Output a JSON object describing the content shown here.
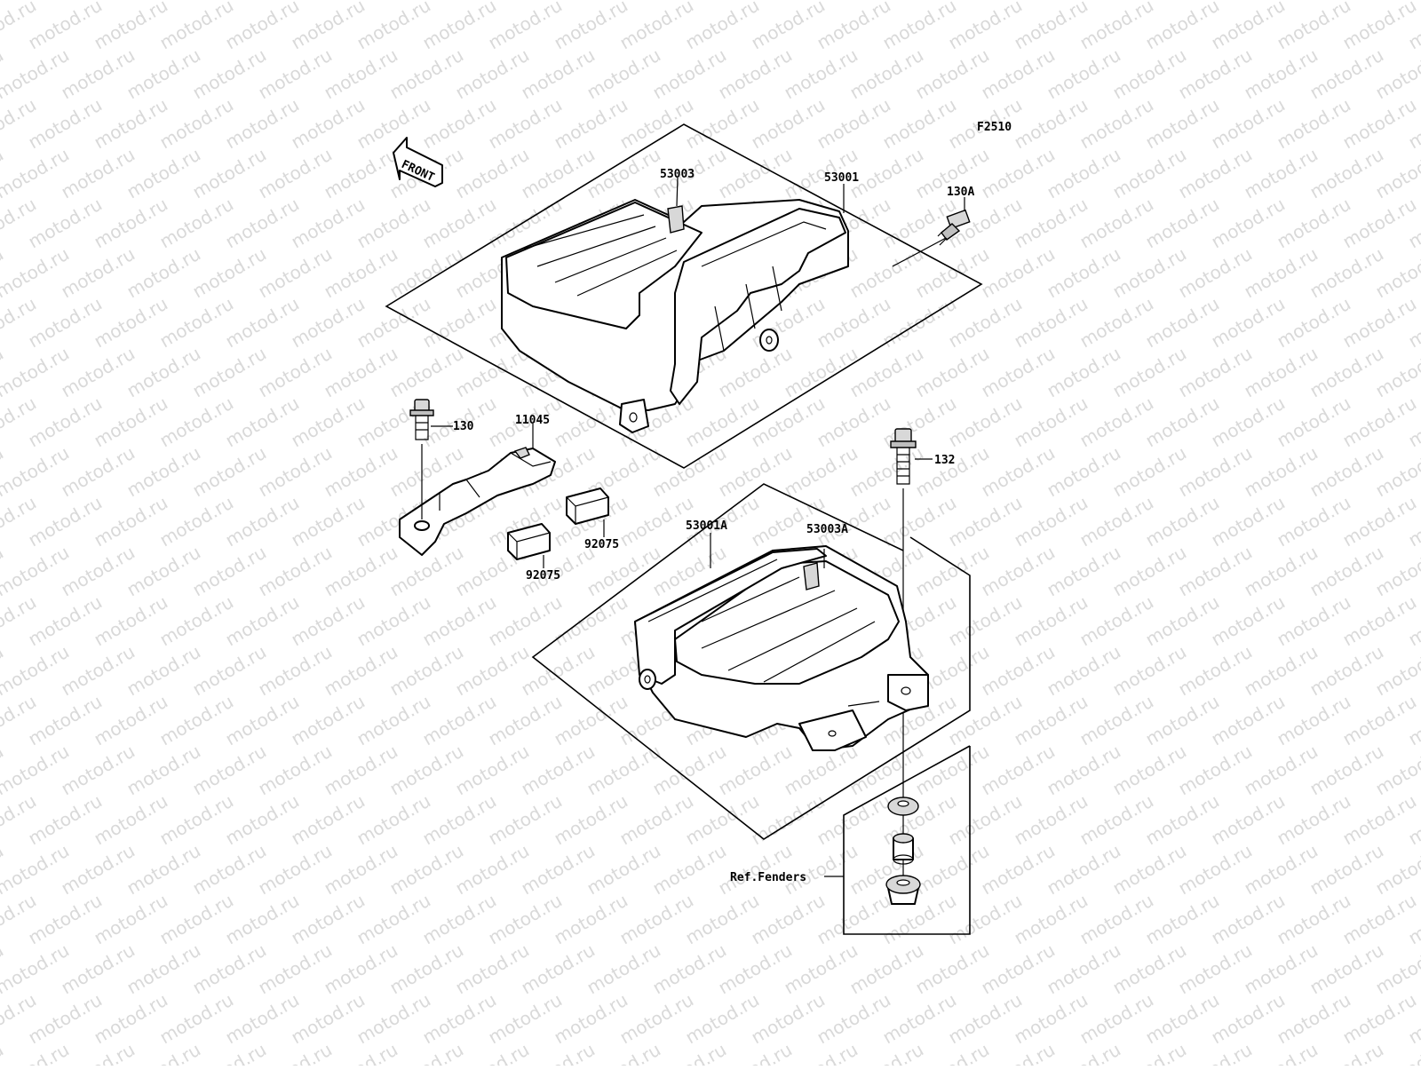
{
  "watermark": "motod.ru",
  "figure_code": "F2510",
  "front_label": "FRONT",
  "reference_label": "Ref.Fenders",
  "parts": {
    "p53003": "53003",
    "p53001": "53001",
    "p130A": "130A",
    "p130": "130",
    "p11045": "11045",
    "p132": "132",
    "p92075a": "92075",
    "p92075b": "92075",
    "p53001A": "53001A",
    "p53003A": "53003A"
  }
}
